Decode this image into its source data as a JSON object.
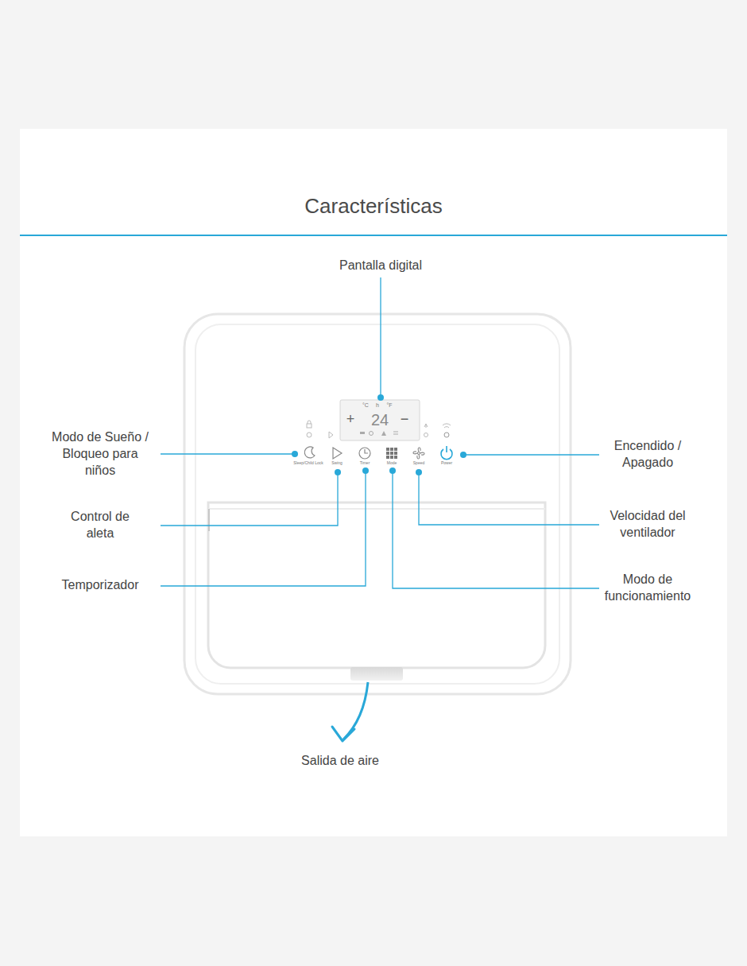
{
  "diagram": {
    "title": "Características",
    "labels": [
      "Pantalla digital",
      "Modo de Sueño / Bloqueo para niños",
      "Control de aleta",
      "Temporizador",
      "Encendido / Apagado",
      "Velocidad del ventilador",
      "Modo de funcionamiento",
      "Salida de aire",
      "24",
      "+",
      "−",
      "°C",
      "h",
      "°F",
      "Sleep/Child Lock",
      "Swing",
      "Timer",
      "Mode",
      "Speed",
      "Power"
    ]
  }
}
